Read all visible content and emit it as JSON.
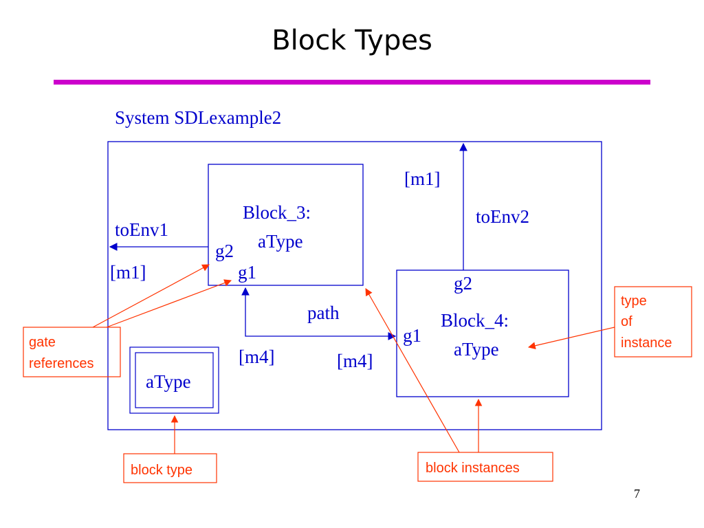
{
  "title": "Block Types",
  "system_label": "System SDLexample2",
  "block3": {
    "name": "Block_3:",
    "type": "aType"
  },
  "block4": {
    "name": "Block_4:",
    "type": "aType"
  },
  "block_type_box": {
    "label": "aType"
  },
  "gates": {
    "block3_g2": "g2",
    "block3_g1": "g1",
    "block4_g2": "g2",
    "block4_g1": "g1"
  },
  "channels": {
    "to_env1": {
      "name": "toEnv1",
      "signal": "[m1]"
    },
    "to_env2": {
      "name": "toEnv2",
      "signal": "[m1]"
    },
    "path": {
      "name": "path",
      "signal_left": "[m4]",
      "signal_right": "[m4]"
    }
  },
  "annotations": {
    "gate_references": [
      "gate",
      "references"
    ],
    "type_of_instance": [
      "type",
      "of",
      "instance"
    ],
    "block_type": "block type",
    "block_instances": "block instances"
  },
  "page_number": "7",
  "colors": {
    "diagram": "#0000cc",
    "annotation": "#ff3300",
    "title_rule": "#cc00cc"
  }
}
